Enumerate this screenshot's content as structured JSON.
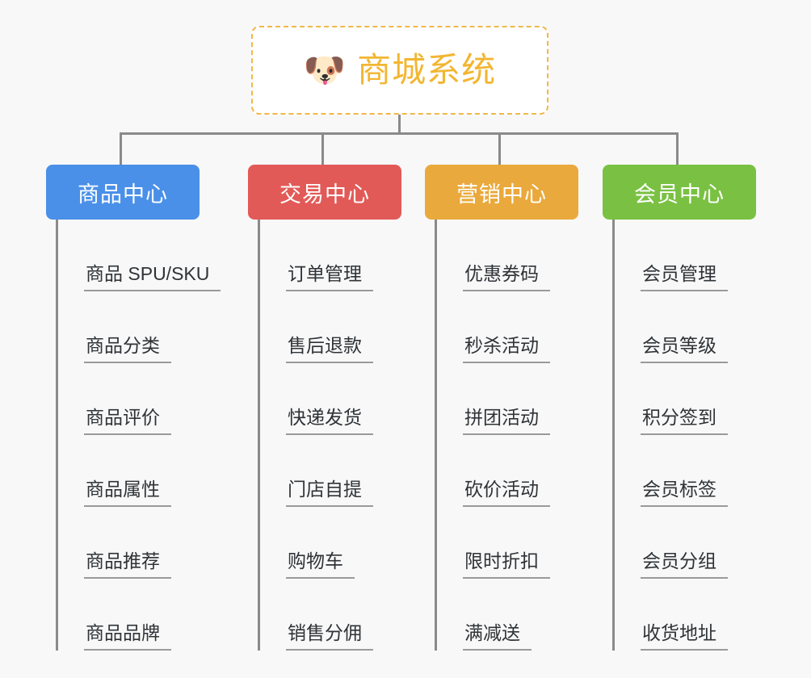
{
  "page": {
    "background_color": "#f8f8f8",
    "type": "org-chart-mindmap"
  },
  "root": {
    "icon": "shiba-dog-face-emoji",
    "icon_glyph": "🐶",
    "title": "商城系统",
    "text_color": "#f2b632",
    "border_color": "#f0b849",
    "background_color": "#ffffff"
  },
  "connector": {
    "color": "#8a8a8a"
  },
  "categories": [
    {
      "label": "商品中心",
      "color": "#4a90e8",
      "items": [
        "商品 SPU/SKU",
        "商品分类",
        "商品评价",
        "商品属性",
        "商品推荐",
        "商品品牌"
      ]
    },
    {
      "label": "交易中心",
      "color": "#e25a57",
      "items": [
        "订单管理",
        "售后退款",
        "快递发货",
        "门店自提",
        "购物车",
        "销售分佣"
      ]
    },
    {
      "label": "营销中心",
      "color": "#eaa93c",
      "items": [
        "优惠券码",
        "秒杀活动",
        "拼团活动",
        "砍价活动",
        "限时折扣",
        "满减送"
      ]
    },
    {
      "label": "会员中心",
      "color": "#7ac143",
      "items": [
        "会员管理",
        "会员等级",
        "积分签到",
        "会员标签",
        "会员分组",
        "收货地址"
      ]
    }
  ]
}
